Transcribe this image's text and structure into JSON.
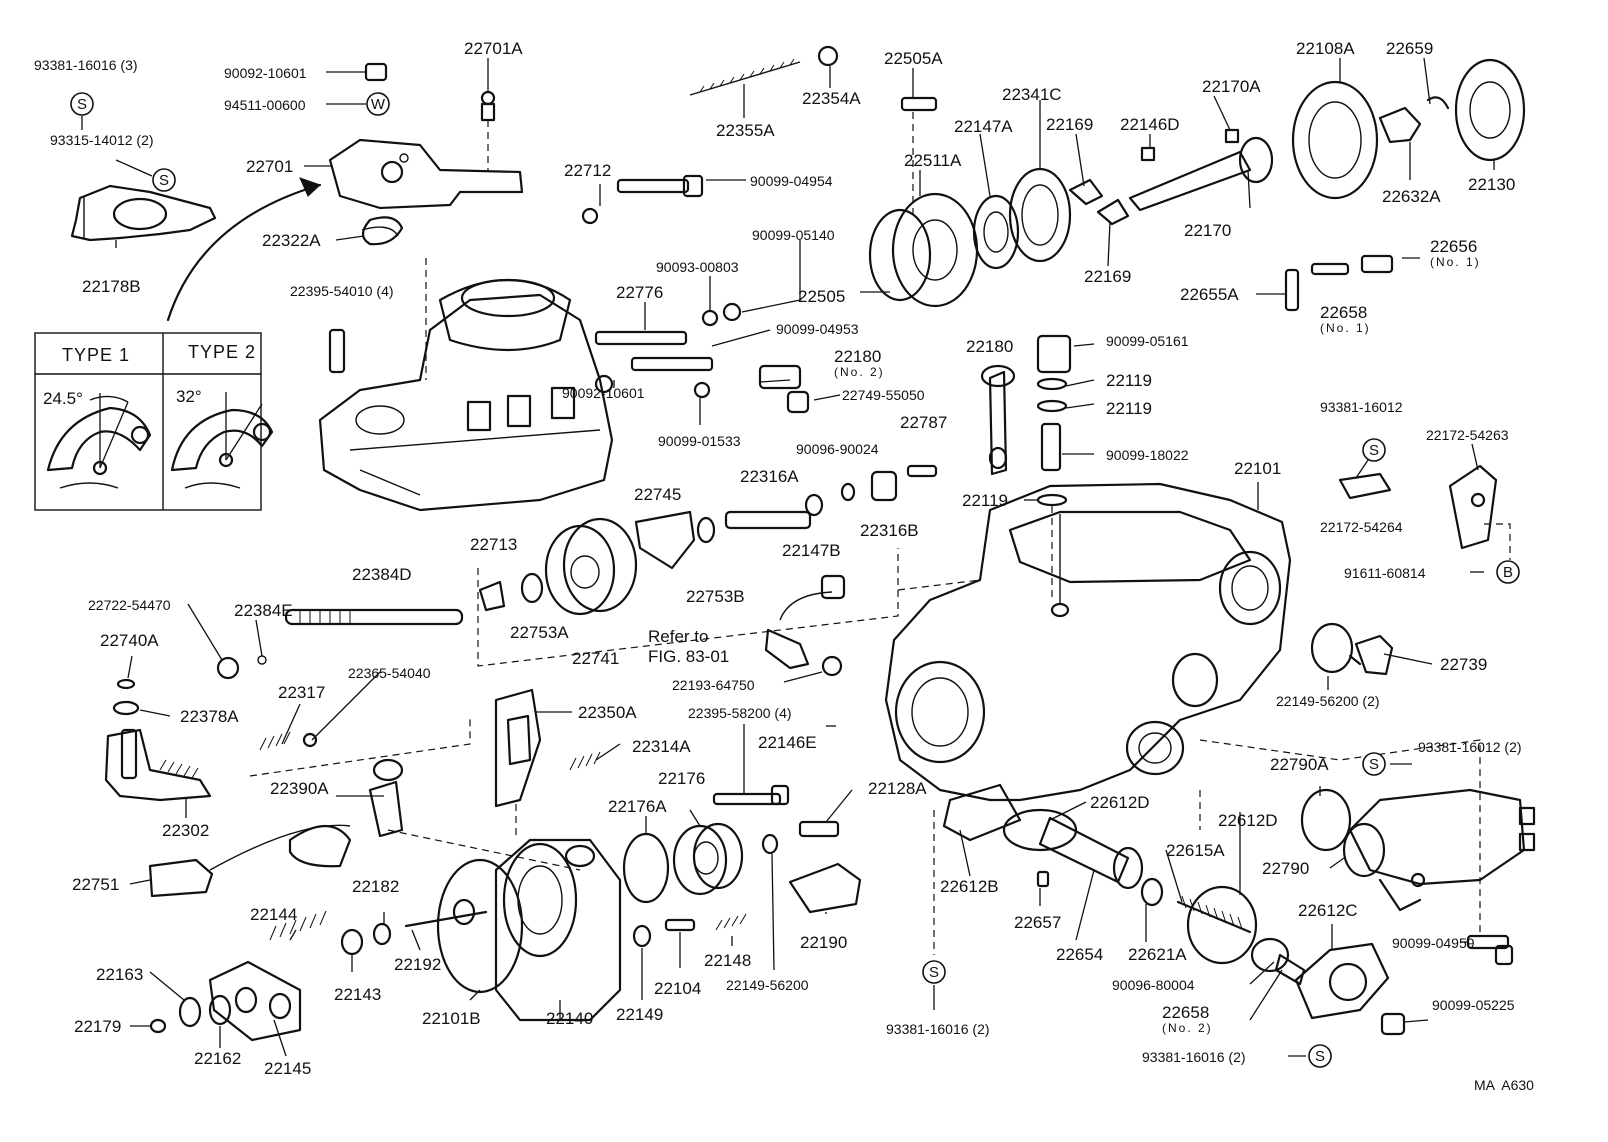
{
  "diagram_id": "MA  A630",
  "inset": {
    "type1_label": "TYPE  1",
    "type2_label": "TYPE  2",
    "type1_angle": "24.5°",
    "type2_angle": "32°"
  },
  "refer": {
    "line1": "Refer to",
    "line2": "FIG. 83-01"
  },
  "notes": {
    "no1": "(No. 1)",
    "no2": "(No. 2)"
  },
  "markers": {
    "s": "S",
    "w": "W",
    "b": "B"
  },
  "parts": {
    "p93381_16016_3": "93381-16016 (3)",
    "p90092_10601_top": "90092-10601",
    "p94511_00600": "94511-00600",
    "p22701A": "22701A",
    "p93315_14012_2": "93315-14012 (2)",
    "p22701": "22701",
    "p22322A": "22322A",
    "p22178B": "22178B",
    "p22355A": "22355A",
    "p22354A": "22354A",
    "p22505A": "22505A",
    "p22341C": "22341C",
    "p22108A": "22108A",
    "p22659": "22659",
    "p22170A": "22170A",
    "p22147A": "22147A",
    "p22169_top": "22169",
    "p22146D": "22146D",
    "p22511A": "22511A",
    "p22712": "22712",
    "p90099_04954": "90099-04954",
    "p22632A": "22632A",
    "p22130": "22130",
    "p22170": "22170",
    "p90099_05140": "90099-05140",
    "p90093_00803": "90093-00803",
    "p22776": "22776",
    "p22505": "22505",
    "p22169_bot": "22169",
    "p22656": "22656",
    "p22655A": "22655A",
    "p22658_top": "22658",
    "p22395_54010_4": "22395-54010 (4)",
    "p90099_04953": "90099-04953",
    "p22180_no2": "22180",
    "p22749_55050": "22749-55050",
    "p90092_10601_mid": "90092-10601",
    "p90099_01533": "90099-01533",
    "p22180": "22180",
    "p90099_05161": "90099-05161",
    "p22119_a": "22119",
    "p22119_b": "22119",
    "p90099_18022": "90099-18022",
    "p22119_c": "22119",
    "p93381_16012_right": "93381-16012",
    "p22172_54263": "22172-54263",
    "p22172_54264": "22172-54264",
    "p91611_60814": "91611-60814",
    "p22101": "22101",
    "p90096_90024": "90096-90024",
    "p22787": "22787",
    "p22316A": "22316A",
    "p22745": "22745",
    "p22147B": "22147B",
    "p22316B": "22316B",
    "p22713": "22713",
    "p22384D": "22384D",
    "p22753B": "22753B",
    "p22722_54470": "22722-54470",
    "p22384E": "22384E",
    "p22753A": "22753A",
    "p22740A": "22740A",
    "p22741": "22741",
    "p22193_64750": "22193-64750",
    "p22378A": "22378A",
    "p22317": "22317",
    "p22365_54040": "22365-54040",
    "p22350A": "22350A",
    "p22395_58200_4": "22395-58200 (4)",
    "p22739": "22739",
    "p22149_56200_2": "22149-56200 (2)",
    "p22314A": "22314A",
    "p22146E": "22146E",
    "p93381_16012_2": "93381-16012 (2)",
    "p22790A": "22790A",
    "p22390A": "22390A",
    "p22302": "22302",
    "p22176": "22176",
    "p22128A": "22128A",
    "p22612D_a": "22612D",
    "p22176A": "22176A",
    "p22612D_b": "22612D",
    "p22615A": "22615A",
    "p22790": "22790",
    "p22751": "22751",
    "p22182": "22182",
    "p22612B": "22612B",
    "p22612C": "22612C",
    "p22144": "22144",
    "p22657": "22657",
    "p22190": "22190",
    "p22148": "22148",
    "p22192": "22192",
    "p22143": "22143",
    "p22104": "22104",
    "p22654": "22654",
    "p22621A": "22621A",
    "p90099_04959": "90099-04959",
    "p22163": "22163",
    "p22149_56200": "22149-56200",
    "p90096_80004": "90096-80004",
    "p90099_05225": "90099-05225",
    "p22179": "22179",
    "p22101B": "22101B",
    "p22140": "22140",
    "p22149": "22149",
    "p22658_bot": "22658",
    "p22162": "22162",
    "p22145": "22145",
    "p93381_16016_2_mid": "93381-16016 (2)",
    "p93381_16016_2_bot": "93381-16016 (2)"
  }
}
